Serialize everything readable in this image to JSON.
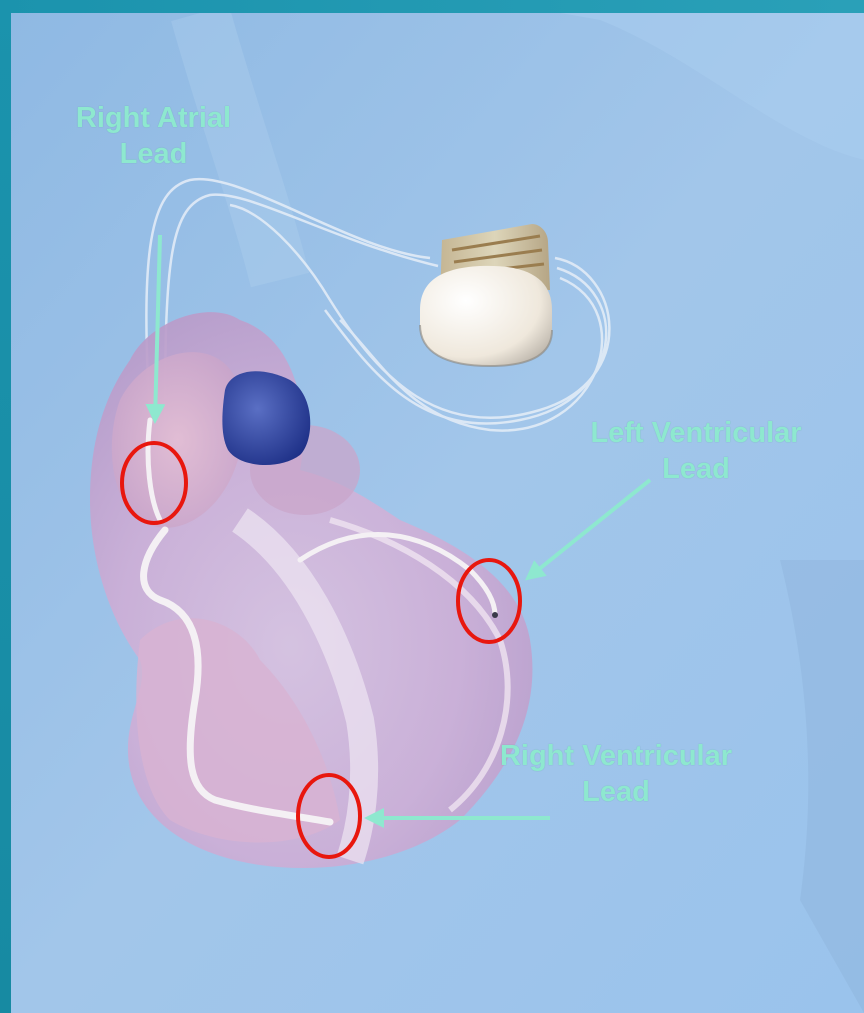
{
  "labels": {
    "right_atrial": {
      "line1": "Right Atrial",
      "line2": "Lead"
    },
    "left_ventricular": {
      "line1": "Left Ventricular",
      "line2": "Lead"
    },
    "right_ventricular": {
      "line1": "Right Ventricular",
      "line2": "Lead"
    }
  },
  "colors": {
    "frame": "#1b93ad",
    "background": "#9cc4ea",
    "label_text": "#8ee8cf",
    "arrow": "#8ee8cf",
    "highlight_circle": "#e8170e",
    "heart_tissue": "#d9b4cf",
    "pacemaker_body": "#f3eee4",
    "lead_wire": "#f4f0f4"
  }
}
